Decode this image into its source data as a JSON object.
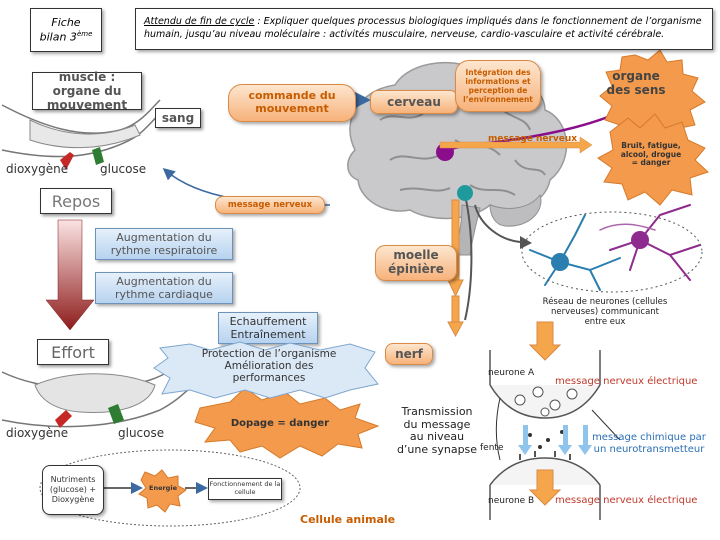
{
  "header": {
    "fiche": "Fiche bilan 3ème",
    "fiche_line1": "Fiche",
    "fiche_line2": "bilan 3",
    "fiche_sup": "ème",
    "attendu_label": "Attendu de fin de cycle",
    "attendu_text": " : Expliquer quelques processus biologiques impliqués dans le fonctionnement de l’organisme humain, jusqu’au niveau moléculaire : activités musculaire, nerveuse, cardio-vasculaire et activité cérébrale."
  },
  "labels": {
    "muscle": "muscle : organe du mouvement",
    "sang": "sang",
    "commande": "commande du mouvement",
    "cerveau": "cerveau",
    "integration": "Intégration des informations et perception de l’environnement",
    "organe_sens": "organe des sens",
    "message_nerveux_top": "message nerveux",
    "bruit": "Bruit, fatigue, alcool, drogue = danger",
    "dioxygene_top": "dioxygène",
    "glucose_top": "glucose",
    "repos": "Repos",
    "message_nerveux_mid": "message nerveux",
    "aug_resp": "Augmentation du rythme respiratoire",
    "aug_card": "Augmentation du rythme cardiaque",
    "moelle": "moelle épinière",
    "reseau": "Réseau de neurones (cellules nerveuses) communicant entre eux",
    "echauffement": "Echauffement Entraînement",
    "effort": "Effort",
    "protection": "Protection de l’organisme Amélioration des performances",
    "nerf": "nerf",
    "neurone_a": "neurone A",
    "msg_elec_top": "message nerveux électrique",
    "transmission": "Transmission du message au niveau d’une synapse",
    "fente": "fente",
    "msg_chim": "message chimique par un neurotransmetteur",
    "dioxygene_bot": "dioxygène",
    "glucose_bot": "glucose",
    "dopage": "Dopage = danger",
    "nutriments": "Nutriments (glucose) + Dioxygène",
    "energie": "Energie",
    "fonctionnement": "Fonctionnement de la cellule",
    "cellule": "Cellule animale",
    "neurone_b": "neurone B",
    "msg_elec_bot": "message nerveux électrique"
  },
  "colors": {
    "orange": "#f28a1a",
    "green_dark": "#2e7d32",
    "red": "#c62828",
    "blue_text": "#2a6fb5",
    "red_text": "#c0392b",
    "brain": "#c9c9cb",
    "axon": "#8a0e8c"
  }
}
